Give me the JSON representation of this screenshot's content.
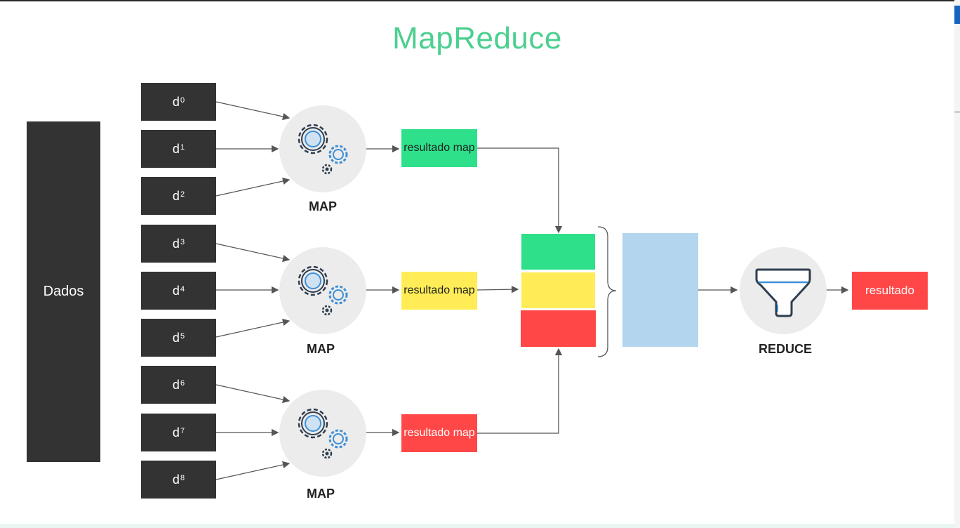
{
  "title": "MapReduce",
  "data_block": {
    "label": "Dados"
  },
  "inputs": [
    {
      "base": "d",
      "sup": "0"
    },
    {
      "base": "d",
      "sup": "1"
    },
    {
      "base": "d",
      "sup": "2"
    },
    {
      "base": "d",
      "sup": "3"
    },
    {
      "base": "d",
      "sup": "4"
    },
    {
      "base": "d",
      "sup": "5"
    },
    {
      "base": "d",
      "sup": "6"
    },
    {
      "base": "d",
      "sup": "7"
    },
    {
      "base": "d",
      "sup": "8"
    }
  ],
  "mappers": [
    {
      "label": "MAP",
      "result": "resultado map",
      "color": "#2ee08a"
    },
    {
      "label": "MAP",
      "result": "resultado map",
      "color": "#ffec57"
    },
    {
      "label": "MAP",
      "result": "resultado map",
      "color": "#ff4747"
    }
  ],
  "shuffle_colors": [
    "#2ee08a",
    "#ffec57",
    "#ff4747"
  ],
  "reducer": {
    "label": "REDUCE",
    "icon": "funnel-icon"
  },
  "final_result": {
    "label": "resultado",
    "color": "#ff4747"
  },
  "colors": {
    "title": "#4ccf8f",
    "dark_box": "#333333",
    "grouped": "#b3d5ee",
    "gear_blue": "#3d8fd6",
    "gear_dark": "#2f3e4e"
  }
}
